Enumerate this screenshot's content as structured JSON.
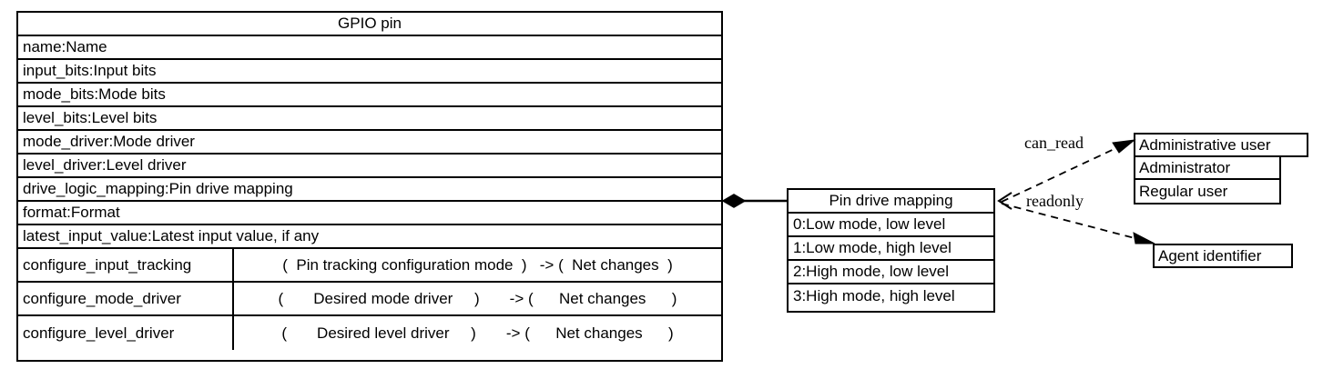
{
  "diagram": {
    "type": "uml-class-diagram",
    "background_color": "#ffffff",
    "line_color": "#000000"
  },
  "gpio_class": {
    "title": "GPIO pin",
    "attributes": [
      "name:Name",
      "input_bits:Input bits",
      "mode_bits:Mode bits",
      "level_bits:Level bits",
      "mode_driver:Mode driver",
      "level_driver:Level driver",
      "drive_logic_mapping:Pin drive mapping",
      "format:Format",
      "latest_input_value:Latest input value, if any"
    ],
    "methods": [
      {
        "name": "configure_input_tracking",
        "signature": "(  Pin tracking configuration mode  )   -> (  Net changes  )"
      },
      {
        "name": "configure_mode_driver",
        "signature": "(       Desired mode driver     )       -> (      Net changes      )"
      },
      {
        "name": "configure_level_driver",
        "signature": "(       Desired level driver     )       -> (      Net changes      )"
      }
    ]
  },
  "pin_drive_mapping": {
    "title": "Pin drive mapping",
    "values": [
      "0:Low mode, low level",
      "1:Low mode, high level",
      "2:High mode, low level",
      "3:High mode, high level"
    ]
  },
  "administrative_user": {
    "title": "Administrative user",
    "values": [
      "Administrator",
      "Regular user"
    ]
  },
  "agent_identifier": {
    "title": "Agent identifier"
  },
  "edges": [
    {
      "id": "composition",
      "from": "gpio_class.drive_logic_mapping",
      "to": "pin_drive_mapping",
      "style": "solid",
      "source_marker": "filled-diamond",
      "label": ""
    },
    {
      "id": "can-read",
      "from": "pin_drive_mapping",
      "to": "administrative_user",
      "style": "dashed",
      "target_marker": "arrow",
      "label": "can_read"
    },
    {
      "id": "readonly",
      "from": "pin_drive_mapping",
      "to": "agent_identifier",
      "style": "dashed",
      "target_marker": "arrow",
      "label": "readonly"
    }
  ]
}
